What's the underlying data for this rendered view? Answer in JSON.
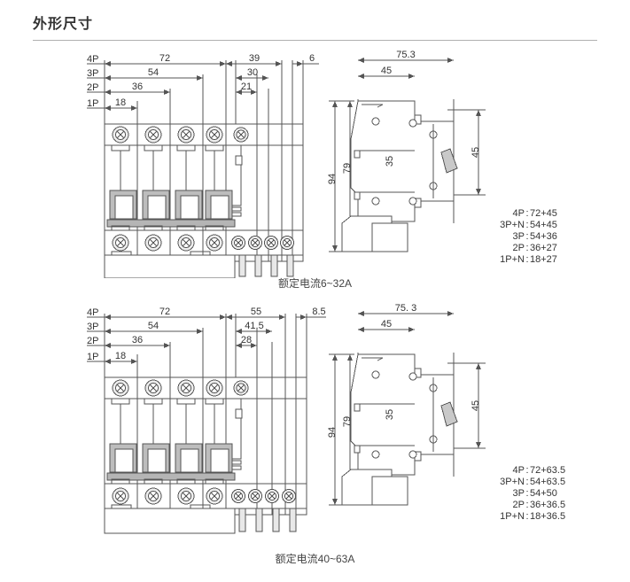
{
  "page": {
    "title": "外形尺寸"
  },
  "diagrams": [
    {
      "id": "top",
      "caption": "额定电流6~32A",
      "front_view": {
        "pole_labels": [
          "4P",
          "3P",
          "2P",
          "1P"
        ],
        "width_dims": [
          "72",
          "54",
          "36",
          "18"
        ],
        "right_dims": [
          "39",
          "30",
          "21"
        ],
        "edge_dim": "6"
      },
      "side_view": {
        "depth_dim": "75.3",
        "upper_depth_dim": "45",
        "height_dims": [
          "94",
          "79",
          "35"
        ],
        "right_height_dim": "45"
      },
      "spec_list": [
        {
          "pole": "4P",
          "value": "72+45"
        },
        {
          "pole": "3P+N",
          "value": "54+45"
        },
        {
          "pole": "3P",
          "value": "54+36"
        },
        {
          "pole": "2P",
          "value": "36+27"
        },
        {
          "pole": "1P+N",
          "value": "18+27"
        }
      ]
    },
    {
      "id": "bottom",
      "caption": "额定电流40~63A",
      "front_view": {
        "pole_labels": [
          "4P",
          "3P",
          "2P",
          "1P"
        ],
        "width_dims": [
          "72",
          "54",
          "36",
          "18"
        ],
        "right_dims": [
          "55",
          "41.5",
          "28"
        ],
        "edge_dim": "8.5"
      },
      "side_view": {
        "depth_dim": "75. 3",
        "upper_depth_dim": "45",
        "height_dims": [
          "94",
          "79",
          "35"
        ],
        "right_height_dim": "45"
      },
      "spec_list": [
        {
          "pole": "4P",
          "value": "72+63.5"
        },
        {
          "pole": "3P+N",
          "value": "54+63.5"
        },
        {
          "pole": "3P",
          "value": "54+50"
        },
        {
          "pole": "2P",
          "value": "36+36.5"
        },
        {
          "pole": "1P+N",
          "value": "18+36.5"
        }
      ]
    }
  ],
  "colors": {
    "line": "#555555",
    "fill_light": "#f2f2f2",
    "fill_gray": "#999999",
    "rule": "#b0b0b0",
    "text": "#333333"
  }
}
